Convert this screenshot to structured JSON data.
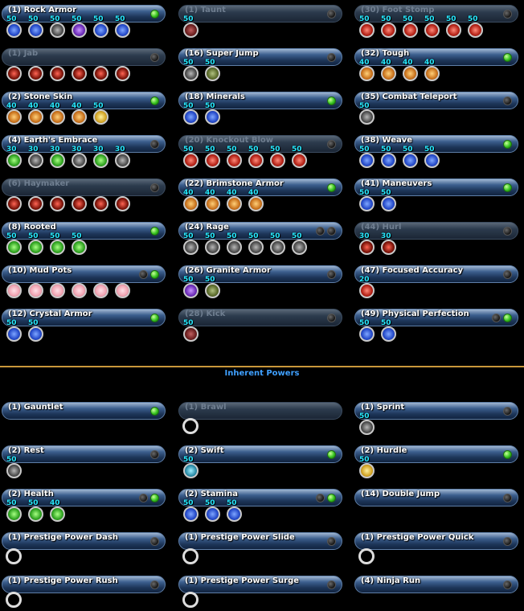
{
  "section": {
    "title": "Inherent Powers"
  },
  "powers": [
    {
      "id": "rock-armor",
      "label": "(1) Rock Armor",
      "dim": false,
      "dots": [
        "on"
      ],
      "slots": [
        {
          "l": "50",
          "c": "blue"
        },
        {
          "l": "50",
          "c": "blue"
        },
        {
          "l": "50",
          "c": "gray"
        },
        {
          "l": "50",
          "c": "purple"
        },
        {
          "l": "50",
          "c": "blue"
        },
        {
          "l": "50",
          "c": "blue"
        }
      ]
    },
    {
      "id": "taunt",
      "label": "(1) Taunt",
      "dim": true,
      "dots": [
        "off"
      ],
      "slots": [
        {
          "l": "50",
          "c": "maroon"
        }
      ]
    },
    {
      "id": "foot-stomp",
      "label": "(30) Foot Stomp",
      "dim": true,
      "dots": [
        "off"
      ],
      "slots": [
        {
          "l": "50",
          "c": "red"
        },
        {
          "l": "50",
          "c": "red"
        },
        {
          "l": "50",
          "c": "red"
        },
        {
          "l": "50",
          "c": "red"
        },
        {
          "l": "50",
          "c": "red"
        },
        {
          "l": "50",
          "c": "red"
        }
      ]
    },
    {
      "id": "jab",
      "label": "(1) Jab",
      "dim": true,
      "dots": [
        "off"
      ],
      "slots": [
        {
          "l": "",
          "c": "darkred"
        },
        {
          "l": "",
          "c": "darkred"
        },
        {
          "l": "",
          "c": "darkred"
        },
        {
          "l": "",
          "c": "darkred"
        },
        {
          "l": "",
          "c": "darkred"
        },
        {
          "l": "",
          "c": "darkred"
        }
      ]
    },
    {
      "id": "super-jump",
      "label": "(16) Super Jump",
      "dim": false,
      "dots": [
        "off"
      ],
      "slots": [
        {
          "l": "50",
          "c": "gray"
        },
        {
          "l": "50",
          "c": "olive"
        }
      ]
    },
    {
      "id": "tough",
      "label": "(32) Tough",
      "dim": false,
      "dots": [
        "on"
      ],
      "slots": [
        {
          "l": "40",
          "c": "orange"
        },
        {
          "l": "40",
          "c": "orange"
        },
        {
          "l": "40",
          "c": "orange"
        },
        {
          "l": "40",
          "c": "orange"
        }
      ]
    },
    {
      "id": "stone-skin",
      "label": "(2) Stone Skin",
      "dim": false,
      "dots": [
        "on"
      ],
      "slots": [
        {
          "l": "40",
          "c": "orange"
        },
        {
          "l": "40",
          "c": "orange"
        },
        {
          "l": "40",
          "c": "orange"
        },
        {
          "l": "40",
          "c": "orange"
        },
        {
          "l": "50",
          "c": "yellow"
        }
      ]
    },
    {
      "id": "minerals",
      "label": "(18) Minerals",
      "dim": false,
      "dots": [
        "on"
      ],
      "slots": [
        {
          "l": "50",
          "c": "blue"
        },
        {
          "l": "50",
          "c": "blue"
        }
      ]
    },
    {
      "id": "combat-teleport",
      "label": "(35) Combat Teleport",
      "dim": false,
      "dots": [
        "off"
      ],
      "slots": [
        {
          "l": "50",
          "c": "gray"
        }
      ]
    },
    {
      "id": "earths-embrace",
      "label": "(4) Earth's Embrace",
      "dim": false,
      "dots": [
        "off"
      ],
      "slots": [
        {
          "l": "30",
          "c": "green"
        },
        {
          "l": "30",
          "c": "gray"
        },
        {
          "l": "30",
          "c": "green"
        },
        {
          "l": "30",
          "c": "gray"
        },
        {
          "l": "30",
          "c": "green"
        },
        {
          "l": "30",
          "c": "gray"
        }
      ]
    },
    {
      "id": "knockout-blow",
      "label": "(20) Knockout Blow",
      "dim": true,
      "dots": [
        "off"
      ],
      "slots": [
        {
          "l": "50",
          "c": "red"
        },
        {
          "l": "50",
          "c": "red"
        },
        {
          "l": "50",
          "c": "red"
        },
        {
          "l": "50",
          "c": "red"
        },
        {
          "l": "50",
          "c": "red"
        },
        {
          "l": "50",
          "c": "red"
        }
      ]
    },
    {
      "id": "weave",
      "label": "(38) Weave",
      "dim": false,
      "dots": [
        "on"
      ],
      "slots": [
        {
          "l": "50",
          "c": "blue"
        },
        {
          "l": "50",
          "c": "blue"
        },
        {
          "l": "50",
          "c": "blue"
        },
        {
          "l": "50",
          "c": "blue"
        }
      ]
    },
    {
      "id": "haymaker",
      "label": "(6) Haymaker",
      "dim": true,
      "dots": [
        "off"
      ],
      "slots": [
        {
          "l": "",
          "c": "darkred"
        },
        {
          "l": "",
          "c": "darkred"
        },
        {
          "l": "",
          "c": "darkred"
        },
        {
          "l": "",
          "c": "darkred"
        },
        {
          "l": "",
          "c": "darkred"
        },
        {
          "l": "",
          "c": "darkred"
        }
      ]
    },
    {
      "id": "brimstone-armor",
      "label": "(22) Brimstone Armor",
      "dim": false,
      "dots": [
        "on"
      ],
      "slots": [
        {
          "l": "40",
          "c": "orange"
        },
        {
          "l": "40",
          "c": "orange"
        },
        {
          "l": "40",
          "c": "orange"
        },
        {
          "l": "40",
          "c": "orange"
        }
      ]
    },
    {
      "id": "maneuvers",
      "label": "(41) Maneuvers",
      "dim": false,
      "dots": [
        "on"
      ],
      "slots": [
        {
          "l": "50",
          "c": "blue"
        },
        {
          "l": "50",
          "c": "blue"
        }
      ]
    },
    {
      "id": "rooted",
      "label": "(8) Rooted",
      "dim": false,
      "dots": [
        "on"
      ],
      "slots": [
        {
          "l": "50",
          "c": "green"
        },
        {
          "l": "50",
          "c": "green"
        },
        {
          "l": "50",
          "c": "green"
        },
        {
          "l": "50",
          "c": "green"
        }
      ]
    },
    {
      "id": "rage",
      "label": "(24) Rage",
      "dim": false,
      "dots": [
        "off",
        "off"
      ],
      "slots": [
        {
          "l": "50",
          "c": "gray"
        },
        {
          "l": "50",
          "c": "gray"
        },
        {
          "l": "50",
          "c": "gray"
        },
        {
          "l": "50",
          "c": "gray"
        },
        {
          "l": "50",
          "c": "gray"
        },
        {
          "l": "50",
          "c": "gray"
        }
      ]
    },
    {
      "id": "hurl",
      "label": "(44) Hurl",
      "dim": true,
      "dots": [
        "off"
      ],
      "slots": [
        {
          "l": "30",
          "c": "darkred"
        },
        {
          "l": "30",
          "c": "darkred"
        }
      ]
    },
    {
      "id": "mud-pots",
      "label": "(10) Mud Pots",
      "dim": false,
      "dots": [
        "off",
        "on"
      ],
      "slots": [
        {
          "l": "",
          "c": "pink"
        },
        {
          "l": "",
          "c": "pink"
        },
        {
          "l": "",
          "c": "pink"
        },
        {
          "l": "",
          "c": "pink"
        },
        {
          "l": "",
          "c": "pink"
        },
        {
          "l": "",
          "c": "pink"
        }
      ]
    },
    {
      "id": "granite-armor",
      "label": "(26) Granite Armor",
      "dim": false,
      "dots": [
        "off"
      ],
      "slots": [
        {
          "l": "50",
          "c": "purple"
        },
        {
          "l": "50",
          "c": "olive"
        }
      ]
    },
    {
      "id": "focused-accuracy",
      "label": "(47) Focused Accuracy",
      "dim": false,
      "dots": [
        "off"
      ],
      "slots": [
        {
          "l": "20",
          "c": "red"
        }
      ]
    },
    {
      "id": "crystal-armor",
      "label": "(12) Crystal Armor",
      "dim": false,
      "dots": [
        "on"
      ],
      "slots": [
        {
          "l": "50",
          "c": "blue"
        },
        {
          "l": "50",
          "c": "blue"
        }
      ]
    },
    {
      "id": "kick",
      "label": "(28) Kick",
      "dim": true,
      "dots": [
        "off"
      ],
      "slots": [
        {
          "l": "50",
          "c": "maroon"
        }
      ]
    },
    {
      "id": "physical-perfection",
      "label": "(49) Physical Perfection",
      "dim": false,
      "dots": [
        "off",
        "on"
      ],
      "slots": [
        {
          "l": "50",
          "c": "blue"
        },
        {
          "l": "50",
          "c": "blue"
        }
      ]
    },
    {
      "id": "gauntlet",
      "label": "(1) Gauntlet",
      "dim": false,
      "dots": [
        "on"
      ],
      "slots": []
    },
    {
      "id": "brawl",
      "label": "(1) Brawl",
      "dim": true,
      "dots": [],
      "slots": [
        {
          "l": "",
          "c": "empty"
        }
      ]
    },
    {
      "id": "sprint",
      "label": "(1) Sprint",
      "dim": false,
      "dots": [
        "off"
      ],
      "slots": [
        {
          "l": "50",
          "c": "gray"
        }
      ]
    },
    {
      "id": "rest",
      "label": "(2) Rest",
      "dim": false,
      "dots": [
        "off"
      ],
      "slots": [
        {
          "l": "50",
          "c": "gray"
        }
      ]
    },
    {
      "id": "swift",
      "label": "(2) Swift",
      "dim": false,
      "dots": [
        "on"
      ],
      "slots": [
        {
          "l": "50",
          "c": "teal"
        }
      ]
    },
    {
      "id": "hurdle",
      "label": "(2) Hurdle",
      "dim": false,
      "dots": [
        "on"
      ],
      "slots": [
        {
          "l": "50",
          "c": "yellow"
        }
      ]
    },
    {
      "id": "health",
      "label": "(2) Health",
      "dim": false,
      "dots": [
        "off",
        "on"
      ],
      "slots": [
        {
          "l": "50",
          "c": "green"
        },
        {
          "l": "50",
          "c": "green"
        },
        {
          "l": "40",
          "c": "green"
        }
      ]
    },
    {
      "id": "stamina",
      "label": "(2) Stamina",
      "dim": false,
      "dots": [
        "off",
        "on"
      ],
      "slots": [
        {
          "l": "50",
          "c": "blue"
        },
        {
          "l": "50",
          "c": "blue"
        },
        {
          "l": "50",
          "c": "blue"
        }
      ]
    },
    {
      "id": "double-jump",
      "label": "(14) Double Jump",
      "dim": false,
      "dots": [
        "off"
      ],
      "slots": []
    },
    {
      "id": "prestige-dash",
      "label": "(1) Prestige Power Dash",
      "dim": false,
      "dots": [
        "off"
      ],
      "slots": [
        {
          "l": "",
          "c": "empty"
        }
      ]
    },
    {
      "id": "prestige-slide",
      "label": "(1) Prestige Power Slide",
      "dim": false,
      "dots": [
        "off"
      ],
      "slots": [
        {
          "l": "",
          "c": "empty"
        }
      ]
    },
    {
      "id": "prestige-quick",
      "label": "(1) Prestige Power Quick",
      "dim": false,
      "dots": [
        "off"
      ],
      "slots": [
        {
          "l": "",
          "c": "empty"
        }
      ]
    },
    {
      "id": "prestige-rush",
      "label": "(1) Prestige Power Rush",
      "dim": false,
      "dots": [
        "off"
      ],
      "slots": [
        {
          "l": "",
          "c": "empty"
        }
      ]
    },
    {
      "id": "prestige-surge",
      "label": "(1) Prestige Power Surge",
      "dim": false,
      "dots": [
        "off"
      ],
      "slots": [
        {
          "l": "",
          "c": "empty"
        }
      ]
    },
    {
      "id": "ninja-run",
      "label": "(4) Ninja Run",
      "dim": false,
      "dots": [
        "off"
      ],
      "slots": []
    }
  ]
}
